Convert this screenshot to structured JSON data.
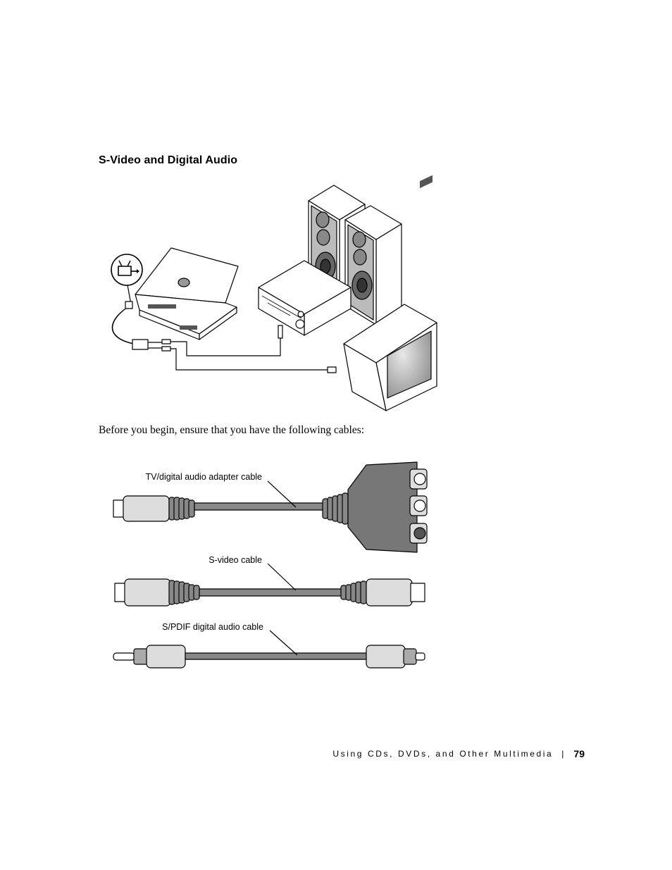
{
  "heading": "S-Video and Digital Audio",
  "intro_text": "Before you begin, ensure that you have the following cables:",
  "cable_labels": {
    "tv_adapter": "TV/digital audio adapter cable",
    "svideo": "S-video cable",
    "spdif": "S/PDIF digital audio cable"
  },
  "footer": {
    "section": "Using CDs, DVDs, and Other Multimedia",
    "separator": "|",
    "page_number": "79"
  },
  "illustration_icons": [
    "tv-out-icon",
    "laptop-icon",
    "speaker-icon",
    "receiver-icon",
    "television-icon"
  ]
}
